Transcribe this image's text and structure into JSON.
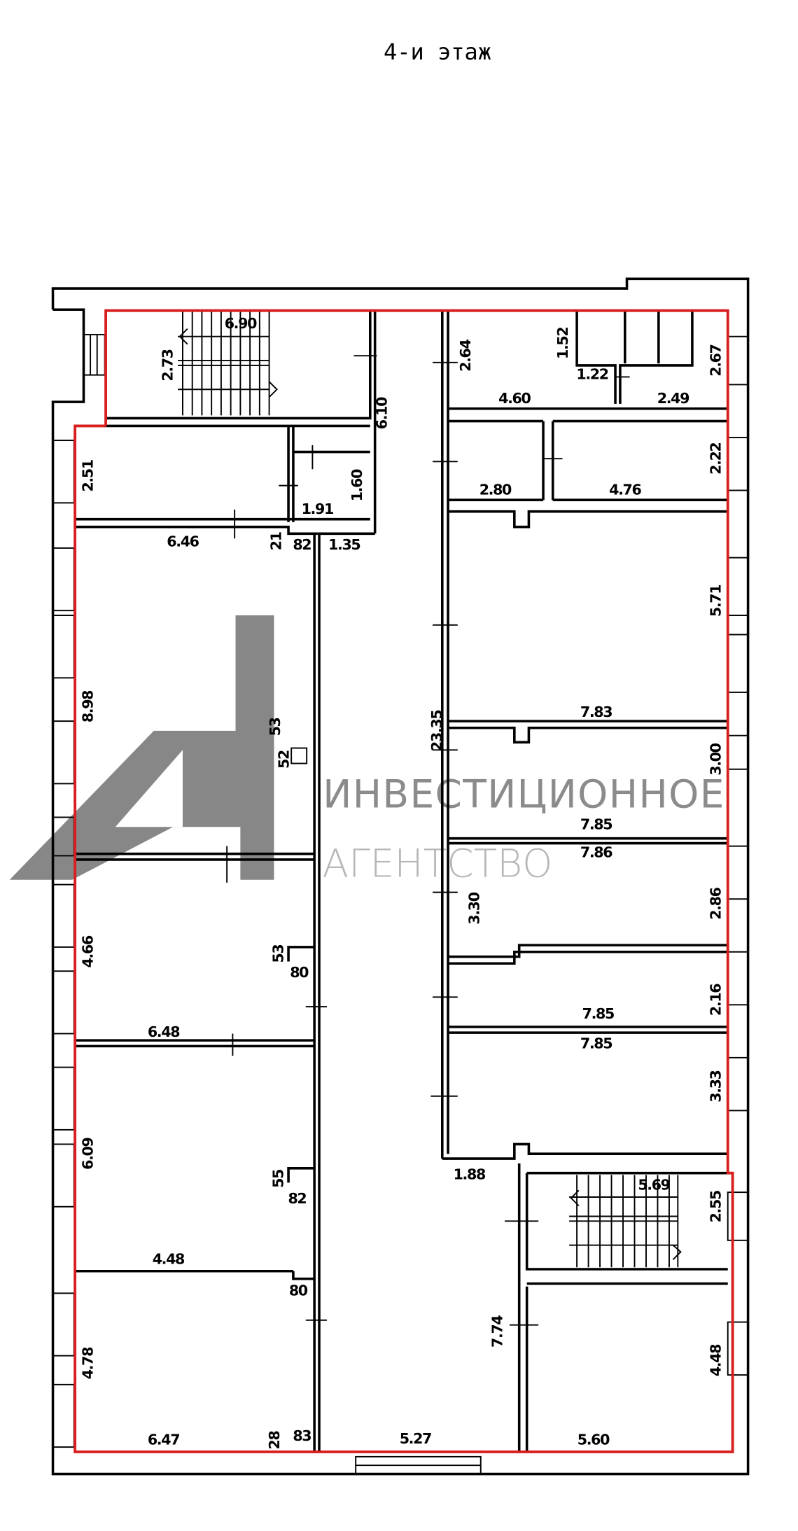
{
  "title": "4-и этаж",
  "watermark": {
    "logo": "A1",
    "line1": "ИНВЕСТИЦИОННОЕ",
    "line2": "АГЕНТСТВО",
    "color": "#777777"
  },
  "colors": {
    "walls": "#000000",
    "highlight": "#d81e1e"
  },
  "dimensions": [
    "6.90",
    "2.73",
    "6.10",
    "2.64",
    "1.52",
    "1.22",
    "2.67",
    "4.60",
    "2.49",
    "2.51",
    "1.91",
    "1.60",
    "2.80",
    "4.76",
    "2.22",
    "6.46",
    "21",
    "82",
    "1.35",
    "5.71",
    "8.98",
    "7.83",
    "53",
    "52",
    "3.00",
    "23.35",
    "7.85",
    "7.86",
    "3.30",
    "2.86",
    "4.66",
    "53",
    "80",
    "2.16",
    "7.85",
    "6.48",
    "7.85",
    "3.33",
    "6.09",
    "55",
    "82",
    "1.88",
    "5.69",
    "2.55",
    "4.48",
    "80",
    "7.74",
    "4.78",
    "4.48",
    "6.47",
    "28",
    "83",
    "5.27",
    "5.60"
  ]
}
